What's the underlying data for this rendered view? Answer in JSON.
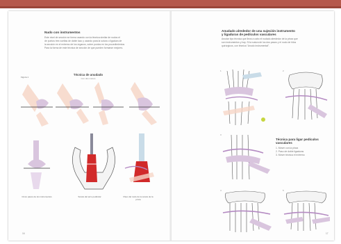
{
  "left_page": {
    "heading": "Nudo con instrumentos",
    "body_lines": [
      "Este nivel de sección se forma usando con la técnica similar de nudos el",
      "de puntos tres vueltas de doble lazo y usando para la sutura o ligadura de",
      "la sección en el extremo de los órganos, sobre puntos en los procedimientos",
      "Para la forma de este técnica de sección de que pueden formarse mejores."
    ],
    "figure_label": "Figura 1",
    "figure_title": "Técnica de anudado",
    "figure_subtitle": "Con dos manos",
    "captions": [
      "Cinco pasos de los instrumentos",
      "Sutura del arco pedicular",
      "Paso del nudo de la sutura de la pinza"
    ],
    "page_number": "16"
  },
  "right_page": {
    "heading_lines": [
      "Anudado alrededor de una sujeción instrumento",
      "y ligaduras de pedículos vasculares"
    ],
    "body_lines": [
      "Anudar tipo técnica que lleva a cabo el nudado alrededor de la pinza que",
      "son instrumentos y hay. Si la sutura de los dos pasos y el nudo de hilos",
      "quirúrgicos, con técnica \"Anudo instrumental\"."
    ],
    "side_heading_lines": [
      "Técnica para ligar pedículos",
      "vasculares"
    ],
    "side_list": [
      "1. Mover con la pinza",
      "2. Paso de doble ligaduras",
      "3. Mover técnica el extremo"
    ],
    "step_labels": [
      "1",
      "2",
      "3",
      "4",
      "5"
    ],
    "page_number": "17"
  },
  "colors": {
    "band": "#b5584b",
    "skin": "#f6d6c7",
    "glove": "#d9c5de",
    "suture": "#b48ac2",
    "tissue_red": "#d12a2a",
    "instrument": "#8a8a9a",
    "accent_green": "#c6d640"
  }
}
